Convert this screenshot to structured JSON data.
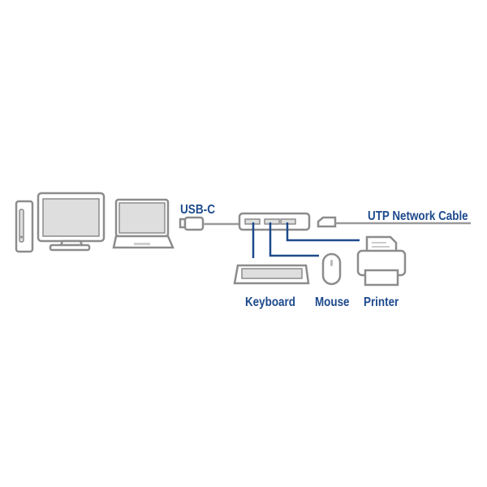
{
  "labels": {
    "usb_c": "USB-C",
    "utp": "UTP Network Cable",
    "keyboard": "Keyboard",
    "mouse": "Mouse",
    "printer": "Printer"
  },
  "colors": {
    "label": "#1d4a8c",
    "connector": "#1d4a8c",
    "device": "#8c8c8c"
  }
}
